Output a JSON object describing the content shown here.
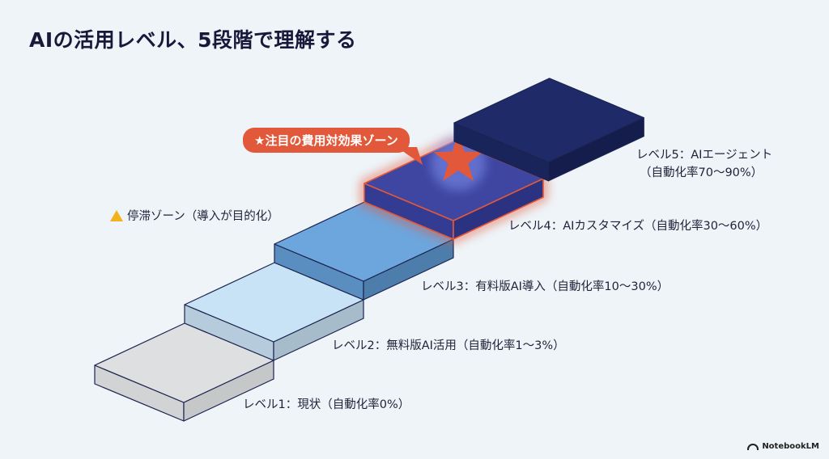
{
  "title": "AIの活用レベル、5段階で理解する",
  "levels": [
    {
      "label": "レベル1：現状（自動化率0%）",
      "top": "#dedfe0",
      "side": "#c6c7c9",
      "front": "#d2d3d5"
    },
    {
      "label": "レベル2：無料版AI活用（自動化率1〜3%）",
      "top": "#c9e3f6",
      "side": "#a7bccb",
      "front": "#b6cbdb"
    },
    {
      "label": "レベル3：有料版AI導入（自動化率10〜30%）",
      "top": "#6da5dd",
      "side": "#4c7dab",
      "front": "#5a8dc0"
    },
    {
      "label": "レベル4：AIカスタマイズ（自動化率30〜60%）",
      "top": "#3e46a2",
      "side": "#2b3282",
      "front": "#343b92"
    },
    {
      "label_line1": "レベル5：AIエージェント",
      "label_line2": "（自動化率70〜90%）",
      "top": "#1f2b68",
      "side": "#141d4c",
      "front": "#19245a"
    }
  ],
  "callout": "★注目の費用対効果ゾーン",
  "highlight_color": "#e2583a",
  "stagnation": "停滞ゾーン（導入が目的化）",
  "brand": "NotebookLM"
}
